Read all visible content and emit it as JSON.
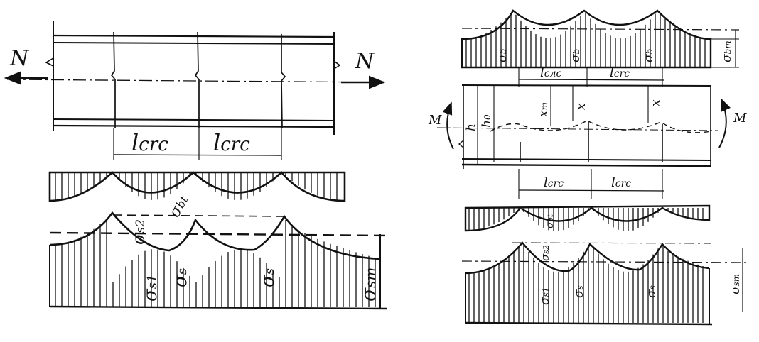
{
  "left_figure": {
    "force_left": "N",
    "force_right": "N",
    "crack_spacing_1": "l",
    "crack_spacing_1_sub": "crc",
    "crack_spacing_2": "l",
    "crack_spacing_2_sub": "crc",
    "sigma_bt": "σ",
    "sigma_bt_sub": "bt",
    "sigma_s2": "σ",
    "sigma_s2_sub": "s2",
    "sigma_s1": "σ",
    "sigma_s1_sub": "s1",
    "sigma_s_a": "σ",
    "sigma_s_a_sub": "s",
    "sigma_s_b": "σ",
    "sigma_s_b_sub": "s",
    "sigma_sm": "σ",
    "sigma_sm_sub": "sm"
  },
  "right_figure": {
    "sigma_b_1": "σ",
    "sigma_b_1_sub": "b",
    "sigma_b_2": "σ",
    "sigma_b_2_sub": "b",
    "sigma_b_3": "σ",
    "sigma_b_3_sub": "b",
    "sigma_bm": "σ",
    "sigma_bm_sub": "bm",
    "top_spacing_1": "l",
    "top_spacing_1_sub": "cлс",
    "top_spacing_2": "l",
    "top_spacing_2_sub": "crc",
    "moment_left": "M",
    "moment_right": "M",
    "height_h": "h",
    "height_h0": "h",
    "height_h0_sub": "0",
    "xm": "x",
    "xm_sub": "m",
    "x_1": "x",
    "x_2": "x",
    "bottom_spacing_1": "l",
    "bottom_spacing_1_sub": "crc",
    "bottom_spacing_2": "l",
    "bottom_spacing_2_sub": "crc",
    "sigma_bt": "σ",
    "sigma_bt_sub": "bt",
    "sigma_s2": "σ",
    "sigma_s2_sub": "s2",
    "sigma_s1": "σ",
    "sigma_s1_sub": "s1",
    "sigma_s_a": "σ",
    "sigma_s_a_sub": "s",
    "sigma_s_b": "σ",
    "sigma_s_b_sub": "s",
    "sigma_sm": "σ",
    "sigma_sm_sub": "sm"
  }
}
